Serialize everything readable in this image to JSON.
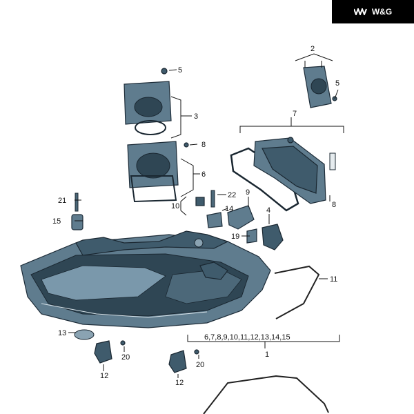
{
  "brand": {
    "logo": "W&G",
    "color": "#ffffff",
    "background": "#000000"
  },
  "diagram": {
    "part_color": "#5f7c8e",
    "callouts": [
      "1",
      "2",
      "3",
      "4",
      "5",
      "5",
      "6",
      "7",
      "8",
      "8",
      "9",
      "10",
      "11",
      "12",
      "12",
      "13",
      "14",
      "15",
      "19",
      "20",
      "20",
      "21",
      "22"
    ],
    "assembly_label": "6,7,8,9,10,11,12,13,14,15"
  }
}
